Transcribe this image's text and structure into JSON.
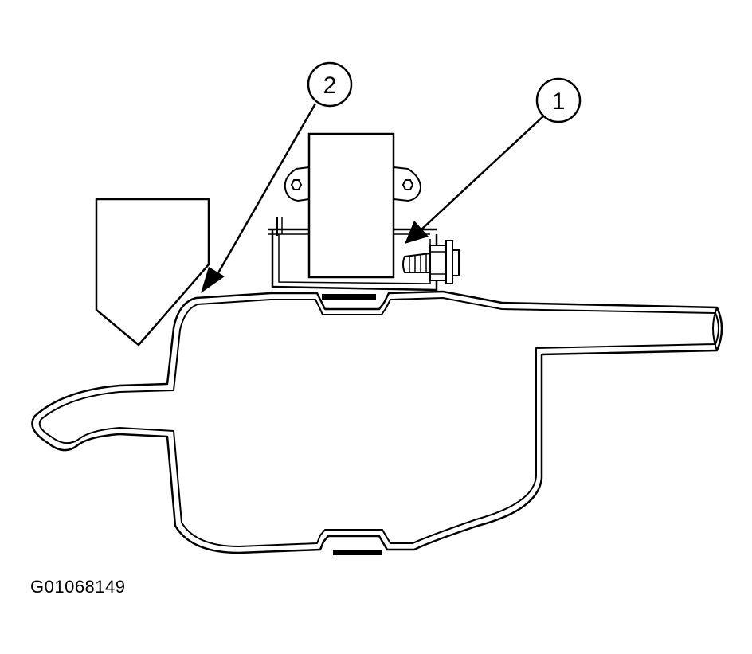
{
  "callouts": [
    {
      "number": "2"
    },
    {
      "number": "1"
    }
  ],
  "figure_id": "G01068149",
  "colors": {
    "line": "#000000",
    "background": "#ffffff"
  }
}
